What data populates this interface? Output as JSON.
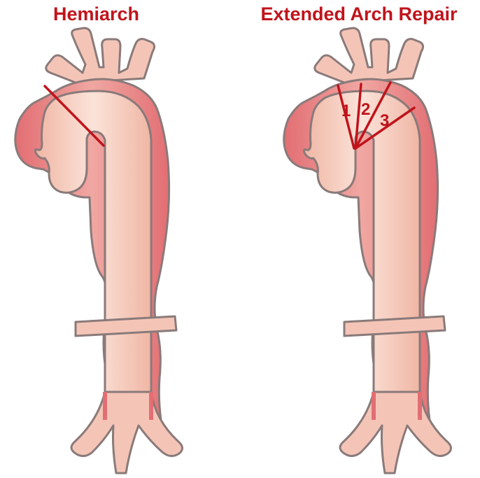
{
  "titles": {
    "left": "Hemiarch",
    "right": "Extended Arch Repair"
  },
  "zone_labels": [
    "1",
    "2",
    "3"
  ],
  "colors": {
    "title": "#C0141C",
    "cut_line": "#C0141C",
    "outline": "#8A7A7A",
    "wall": "#E5787B",
    "lumen": "#F3C2B0",
    "branch": "#F4C5B7",
    "highlight": "#FBE3D9"
  },
  "icons": [
    "aorta-illustration",
    "cut-line"
  ]
}
